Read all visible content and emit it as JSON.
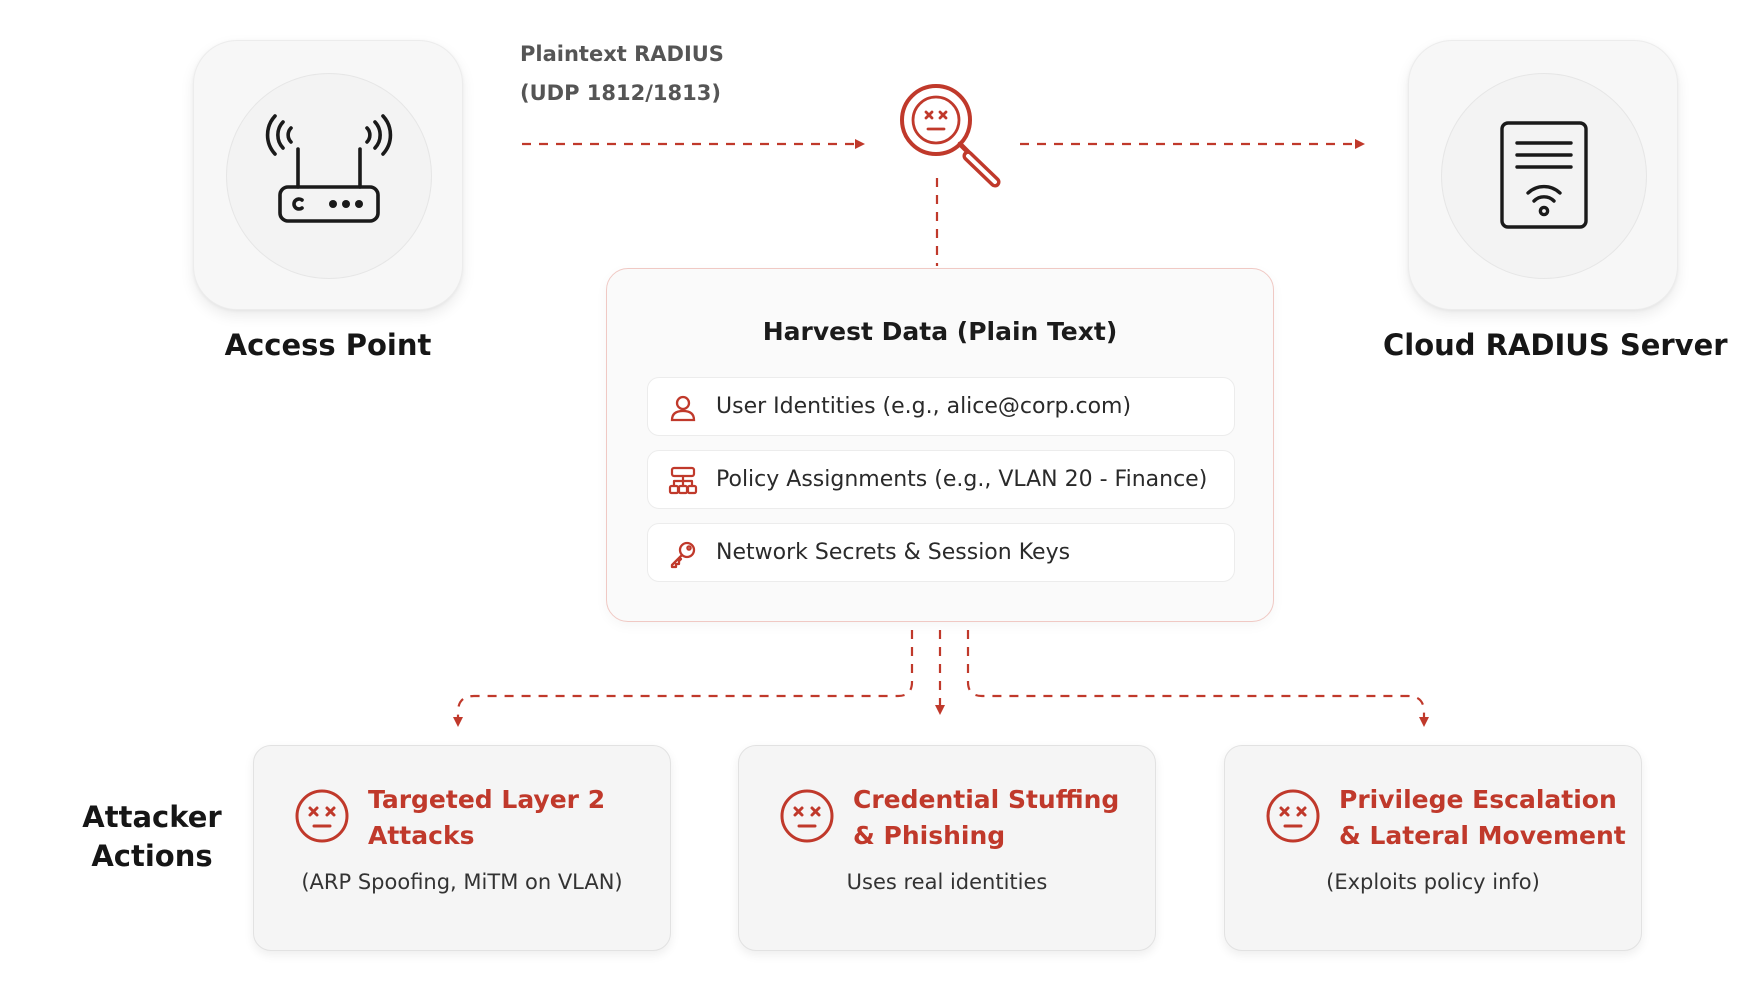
{
  "colors": {
    "accent": "#c0392b",
    "card_border": "#f0c9c4",
    "dark": "#1f1f1f"
  },
  "nodes": {
    "access_point": {
      "label": "Access Point",
      "icon": "router-icon"
    },
    "interceptor": {
      "icon": "magnifier-dead-face-icon"
    },
    "server": {
      "label": "Cloud RADIUS Server",
      "icon": "wifi-server-icon"
    }
  },
  "protocol": {
    "line1": "Plaintext RADIUS",
    "line2": "(UDP 1812/1813)"
  },
  "harvest": {
    "title": "Harvest Data (Plain Text)",
    "items": [
      {
        "icon": "user-icon",
        "text": "User Identities (e.g., alice@corp.com)"
      },
      {
        "icon": "hierarchy-icon",
        "text": "Policy Assignments (e.g., VLAN 20 - Finance)"
      },
      {
        "icon": "key-icon",
        "text": "Network Secrets & Session Keys"
      }
    ]
  },
  "attacker": {
    "line1": "Attacker",
    "line2": "Actions"
  },
  "actions": [
    {
      "title": "Targeted Layer 2 Attacks",
      "subtitle": "(ARP Spoofing, MiTM on VLAN)",
      "icon": "dead-face-icon"
    },
    {
      "title": "Credential Stuffing & Phishing",
      "subtitle": "Uses real identities",
      "icon": "dead-face-icon"
    },
    {
      "title": "Privilege Escalation & Lateral Movement",
      "subtitle": "(Exploits policy info)",
      "icon": "dead-face-icon"
    }
  ]
}
